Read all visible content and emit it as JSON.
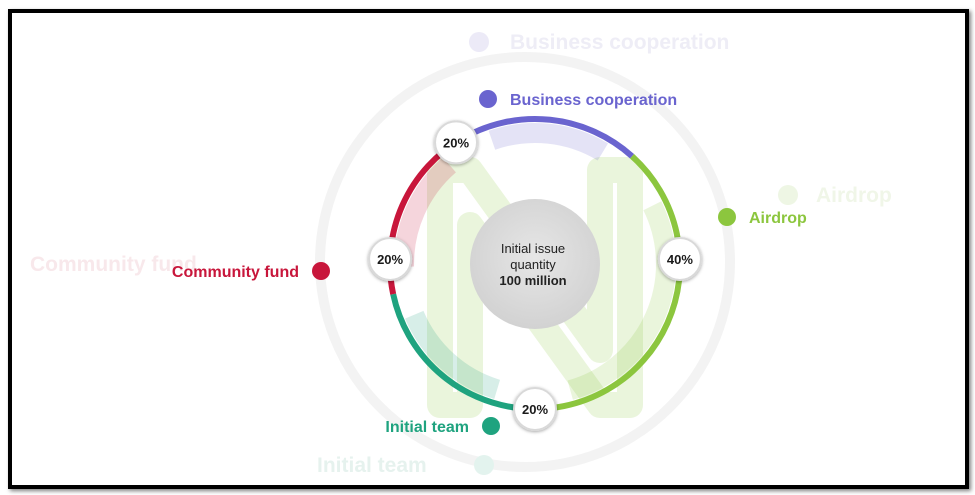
{
  "chart_data": {
    "type": "pie",
    "title": "",
    "center_label": [
      "Initial issue",
      "quantity"
    ],
    "center_value": "100 million",
    "slices": [
      {
        "label": "Business cooperation",
        "value": 20,
        "display": "20%",
        "color": "#6a64cf"
      },
      {
        "label": "Airdrop",
        "value": 40,
        "display": "40%",
        "color": "#8cc63e"
      },
      {
        "label": "Initial team",
        "value": 20,
        "display": "20%",
        "color": "#1fa37f"
      },
      {
        "label": "Community fund",
        "value": 20,
        "display": "20%",
        "color": "#c8163b"
      }
    ]
  }
}
